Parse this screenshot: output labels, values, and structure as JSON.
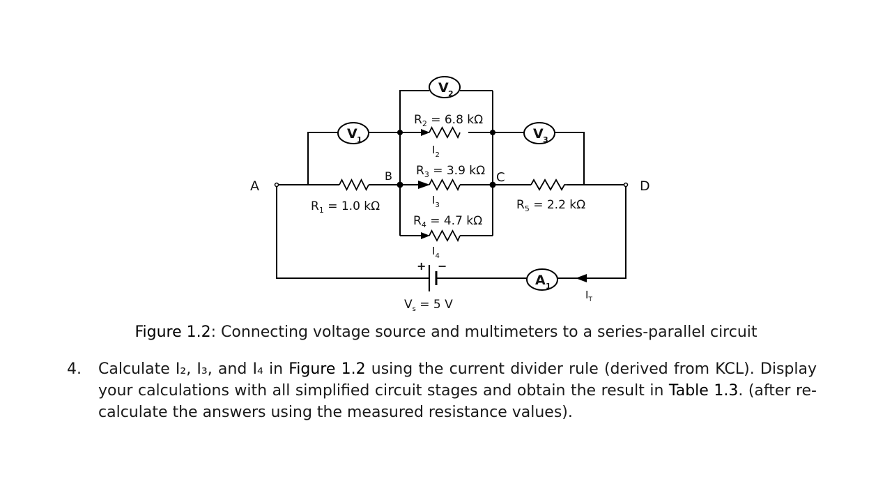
{
  "diagram": {
    "nodes": {
      "a": "A",
      "b": "B",
      "c": "C",
      "d": "D"
    },
    "meters": {
      "v1": "V",
      "v1_sub": "1",
      "v2": "V",
      "v2_sub": "2",
      "v3": "V",
      "v3_sub": "3",
      "a1": "A",
      "a1_sub": "1"
    },
    "resistors": {
      "r1": {
        "sym": "R",
        "sub": "1",
        "val": " = 1.0 kΩ"
      },
      "r2": {
        "sym": "R",
        "sub": "2",
        "val": " = 6.8 kΩ"
      },
      "r3": {
        "sym": "R",
        "sub": "3",
        "val": " = 3.9 kΩ"
      },
      "r4": {
        "sym": "R",
        "sub": "4",
        "val": " = 4.7 kΩ"
      },
      "r5": {
        "sym": "R",
        "sub": "5",
        "val": " = 2.2 kΩ"
      }
    },
    "currents": {
      "i2": {
        "sym": "I",
        "sub": "2"
      },
      "i3": {
        "sym": "I",
        "sub": "3"
      },
      "i4": {
        "sym": "I",
        "sub": "4"
      },
      "it": {
        "sym": "I",
        "sub": "T"
      }
    },
    "source": {
      "sym": "V",
      "sub": "s",
      "val": " = 5 V",
      "plus": "+",
      "minus": "−"
    }
  },
  "caption": {
    "label": "Figure 1.2",
    "text": ": Connecting voltage source and multimeters to a series-parallel circuit"
  },
  "question": {
    "number": "4.",
    "part1": "Calculate I₂, I₃, and I₄ in ",
    "ref1": "Figure 1.2",
    "part2": " using the current divider rule (derived from KCL). Display your calculations with all simplified circuit stages and obtain the result in ",
    "ref2": "Table 1.3",
    "part3": ". (after re-calculate the answers using the measured resistance values)."
  }
}
